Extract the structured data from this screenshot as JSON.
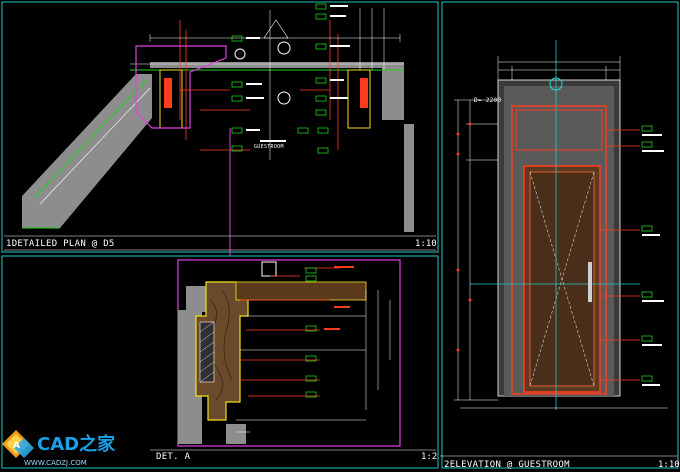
{
  "drawing": {
    "colors": {
      "background": "#000000",
      "frame": "#1ec8c8",
      "wall_hatch": "#9a9a9a",
      "door_frame": "#ff3b1f",
      "magenta": "#e040e0",
      "yellow": "#f0e020",
      "green": "#20d020",
      "cyan": "#20e0e0",
      "white": "#ffffff"
    },
    "views": [
      {
        "id": "plan",
        "title": "1DETAILED PLAN @ D5",
        "scale": "1:10"
      },
      {
        "id": "detail",
        "title": "DET. A",
        "scale": "1:2"
      },
      {
        "id": "elevation",
        "title": "2ELEVATION @ GUESTROOM",
        "scale": "1:10"
      }
    ],
    "elevation_height_tag": "D= 2200",
    "plan_tag": "GUESTROOM"
  },
  "watermark": {
    "brand": "CAD之家",
    "url": "WWW.CADZJ.COM",
    "icon": "cad-logo-icon"
  }
}
